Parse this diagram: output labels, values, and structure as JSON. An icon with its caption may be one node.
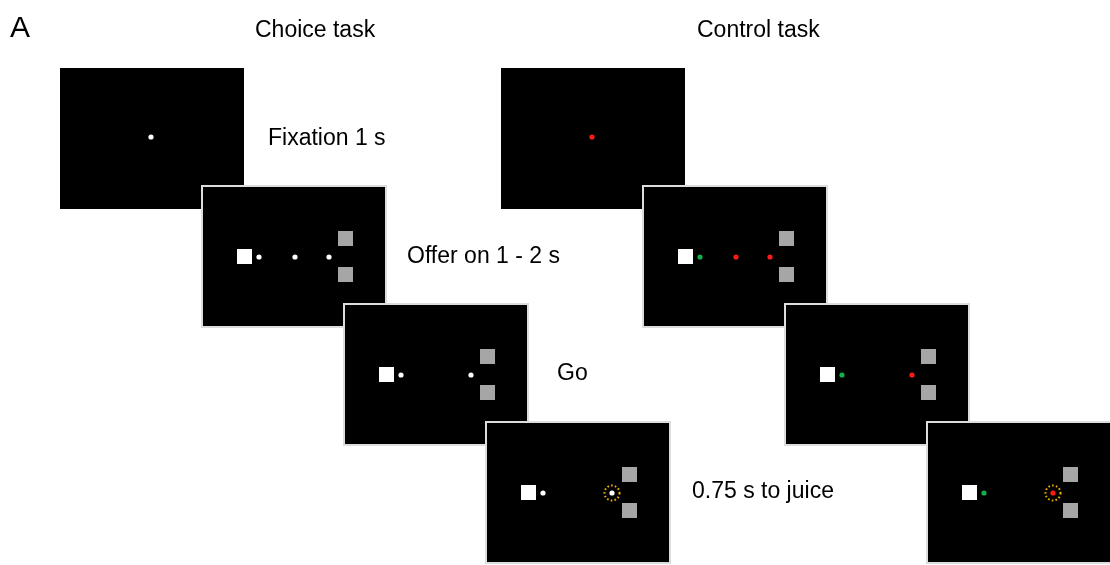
{
  "diagram": {
    "labels": [
      "A",
      "Choice task",
      "Control task",
      "Fixation 1 s",
      "Offer on 1 - 2 s",
      "Go",
      "0.75 s to juice"
    ]
  }
}
